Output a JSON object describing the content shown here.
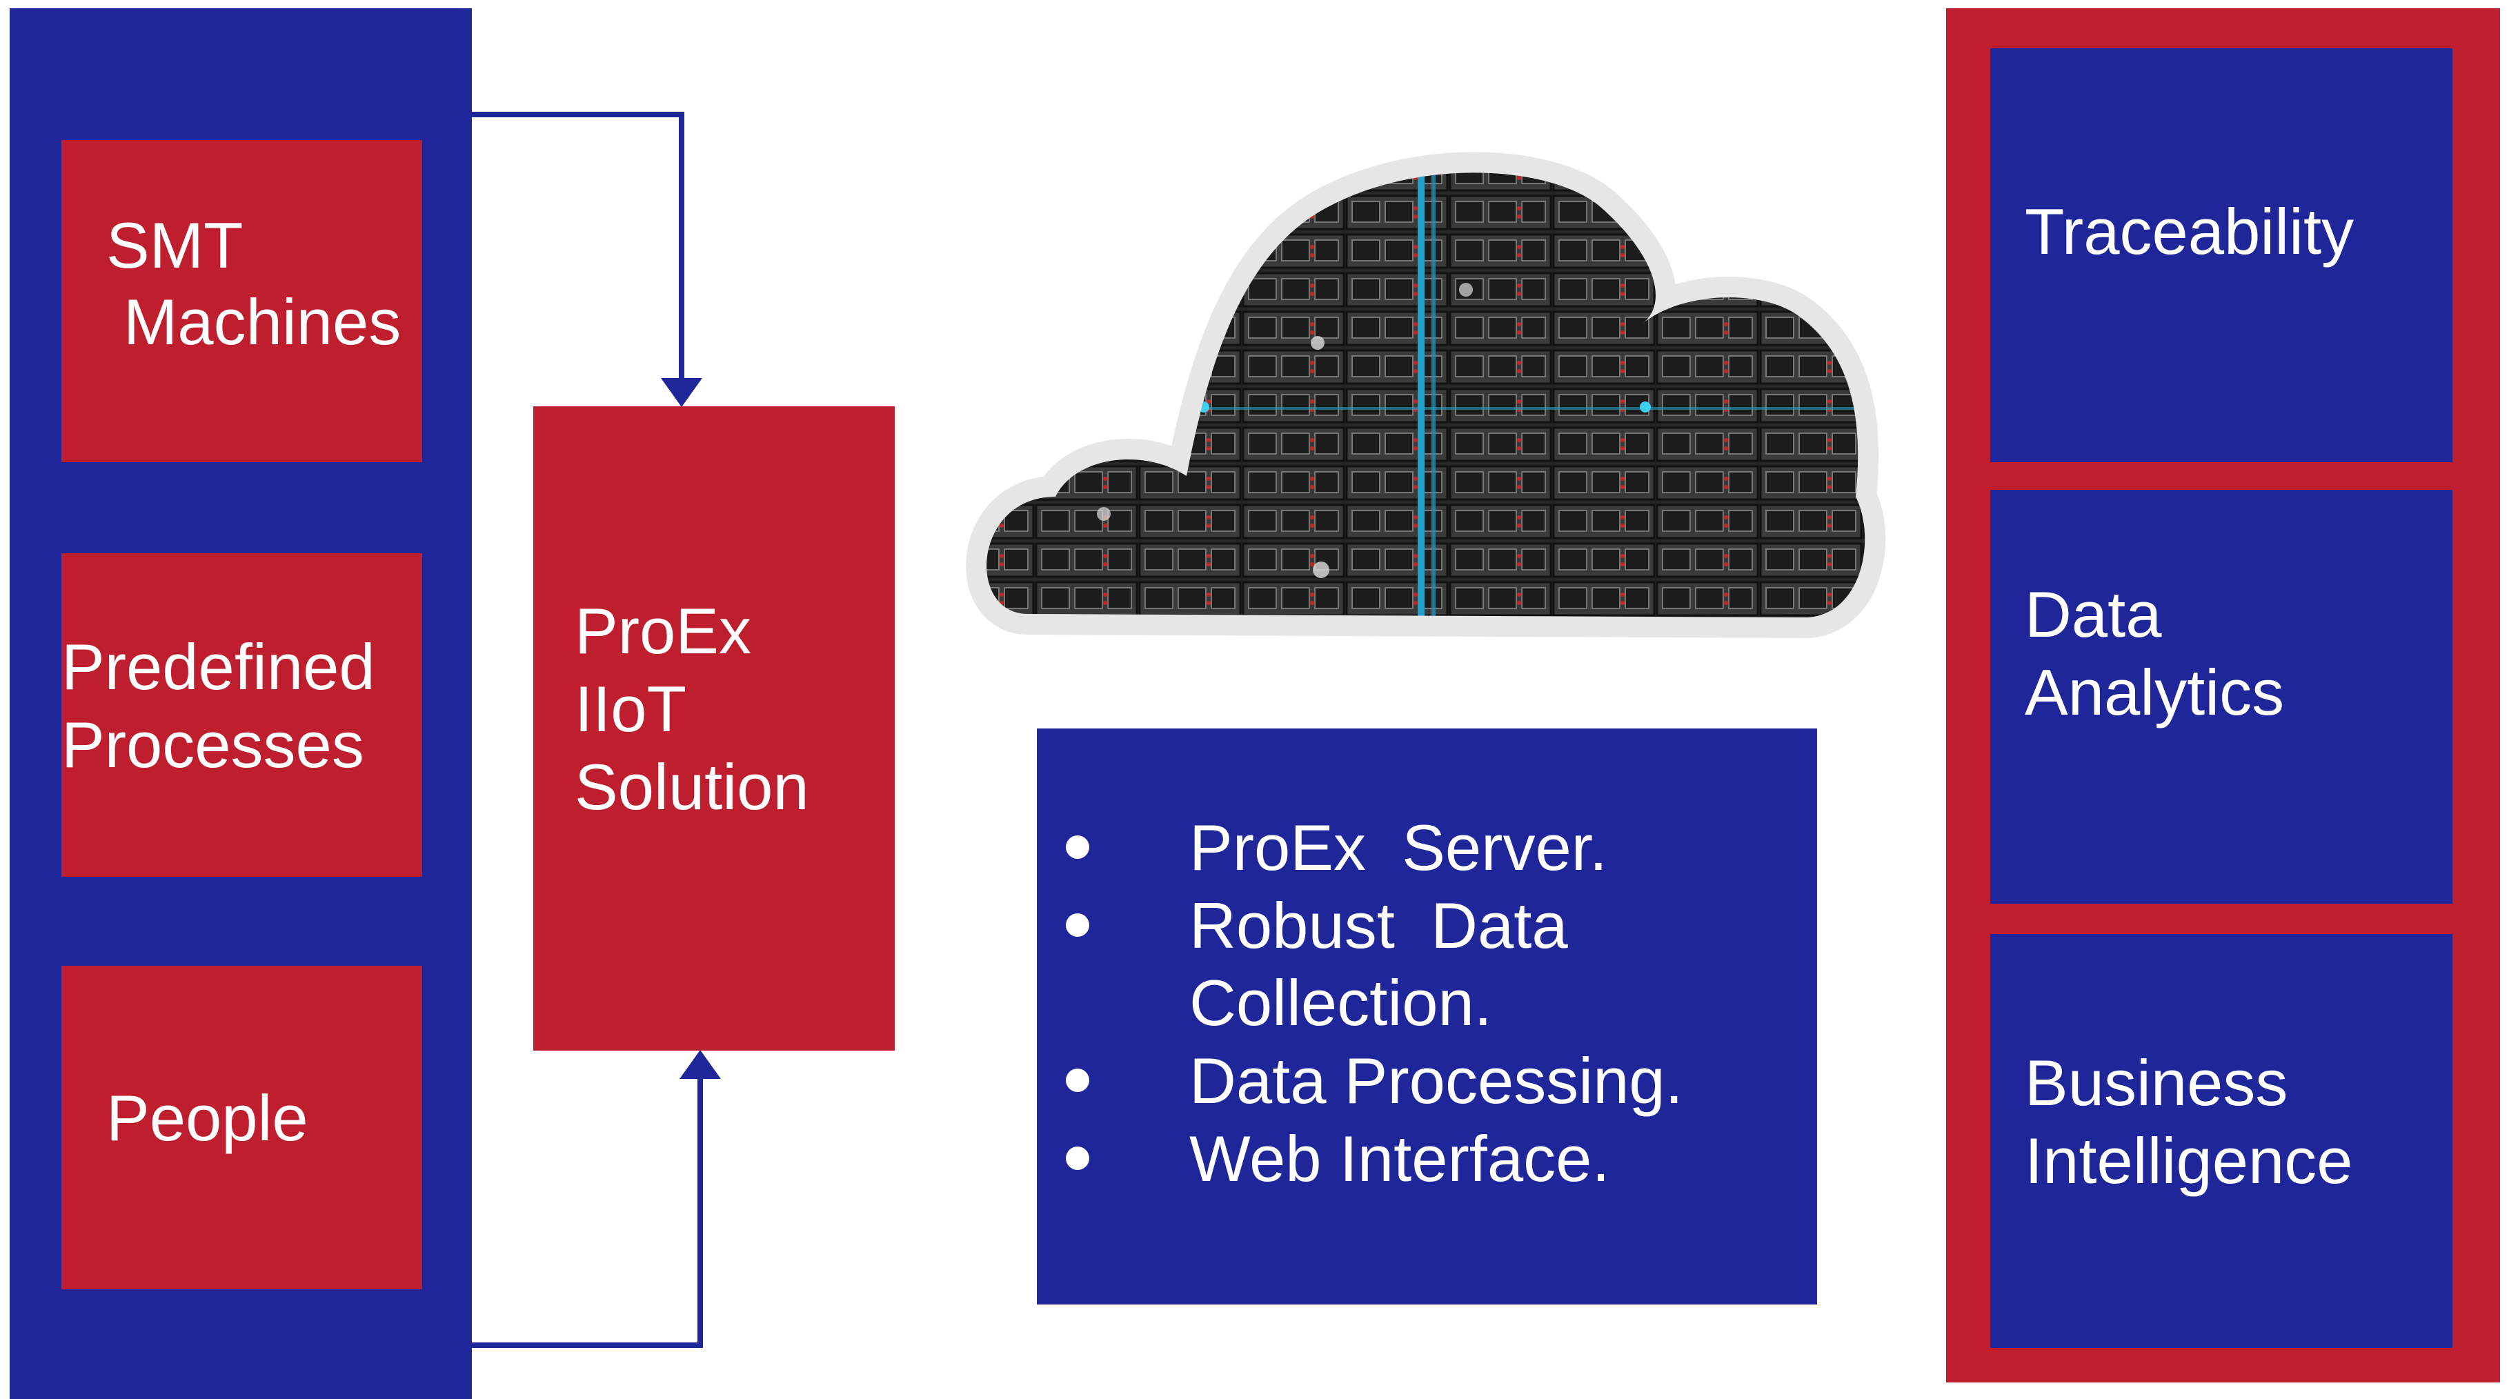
{
  "colors": {
    "blue": "#1e2699",
    "red": "#be1e2d",
    "text": "#ffffff",
    "arrow": "#1e2699"
  },
  "left": {
    "smt_line1": "SMT",
    "smt_line2": "Machines",
    "predefined_line1": "Predefined",
    "predefined_line2": "Processes",
    "people": "People"
  },
  "center": {
    "proex_line1": "ProEx",
    "proex_line2": "IIoT",
    "proex_line3": "Solution",
    "cloud_icon": "server-rack-cloud-icon"
  },
  "features": {
    "items": [
      "ProEx  Server.",
      "Robust  Data",
      "Collection.",
      "Data Processing.",
      "Web Interface."
    ]
  },
  "right": {
    "traceability": "Traceability",
    "analytics_line1": "Data",
    "analytics_line2": "Analytics",
    "bi_line1": "Business",
    "bi_line2": "Intelligence"
  }
}
